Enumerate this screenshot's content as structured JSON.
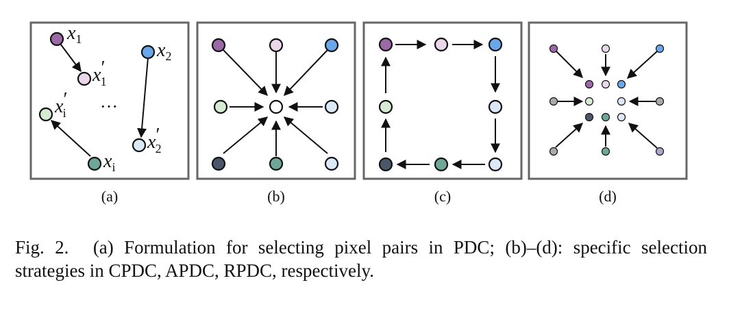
{
  "figure": {
    "panels": [
      {
        "id": "a",
        "label": "(a)",
        "math": {
          "x1": {
            "base": "x",
            "sub": "1",
            "prime": ""
          },
          "x1p": {
            "base": "x",
            "sub": "1",
            "prime": "′"
          },
          "x2": {
            "base": "x",
            "sub": "2",
            "prime": ""
          },
          "x2p": {
            "base": "x",
            "sub": "2",
            "prime": "′"
          },
          "xi": {
            "base": "x",
            "sub": "i",
            "prime": ""
          },
          "xip": {
            "base": "x",
            "sub": "i",
            "prime": "′"
          }
        },
        "ellipsis": "···"
      },
      {
        "id": "b",
        "label": "(b)"
      },
      {
        "id": "c",
        "label": "(c)"
      },
      {
        "id": "d",
        "label": "(d)"
      }
    ]
  },
  "caption": {
    "fig_no": "Fig. 2.",
    "text": "(a) Formulation for selecting pixel pairs in PDC; (b)–(d): specific selection strategies in CPDC, APDC, RPDC, respectively."
  },
  "colors": {
    "purple": "#9b6aa6",
    "pink": "#ead7ea",
    "blue": "#6aa7e8",
    "light_green": "#d6ecd2",
    "light_blue": "#dbe8f6",
    "slate": "#4c5669",
    "teal": "#6fa69a",
    "gray": "#aaaaaa",
    "lavender": "#a9a9cc",
    "frame": "#666666",
    "stroke": "#111111"
  }
}
